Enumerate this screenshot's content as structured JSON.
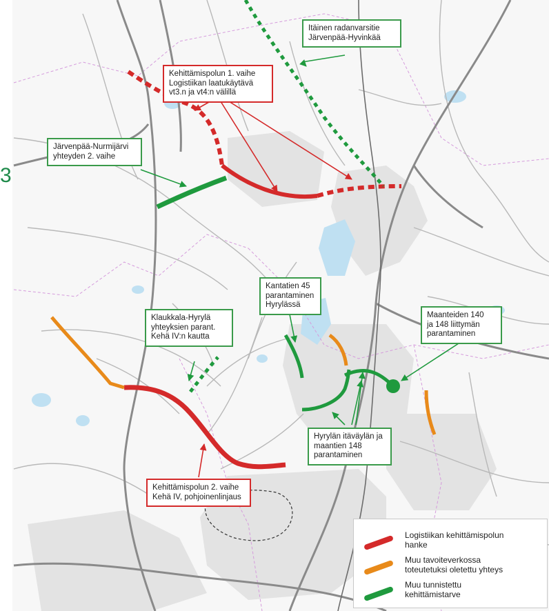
{
  "colors": {
    "red": "#d42a2a",
    "orange": "#e88a1a",
    "green": "#1f9a3e",
    "road": "#8a8a8a",
    "minor_road": "#b0b0b0",
    "water": "#bfe0f2",
    "border": "#d59bdc",
    "urban": "#e3e3e3"
  },
  "edge_label": "3",
  "labels": {
    "itainen": "Itäinen radanvarsitie\nJärvenpää-Hyvinkää",
    "kehittamispolku1": "Kehittämispolun 1. vaihe\nLogistiikan laatukäytävä\nvt3.n ja vt4:n välillä",
    "jarvenpaa_nurmijarvi": "Järvenpää-Nurmijärvi\nyhteyden 2. vaihe",
    "kantatien45": "Kantatien 45\nparantaminen\nHyrylässä",
    "klaukkala": "Klaukkala-Hyrylä\nyhteyksien parant.\nKehä IV:n kautta",
    "maanteiden": "Maanteiden 140\nja 148 liittymän\nparantaminen",
    "hyrylan": "Hyrylän itäväylän ja\nmaantien 148\nparantaminen",
    "kehittamispolku2": "Kehittämispolun 2. vaihe\nKehä IV, pohjoinenlinjaus"
  },
  "legend": [
    {
      "icon": "red-line-icon",
      "color": "#d42a2a",
      "text": "Logistiikan kehittämispolun\nhanke"
    },
    {
      "icon": "orange-line-icon",
      "color": "#e88a1a",
      "text": "Muu tavoiteverkossa\ntoteutetuksi oletettu yhteys"
    },
    {
      "icon": "green-line-icon",
      "color": "#1f9a3e",
      "text": "Muu tunnistettu\nkehittämistarve"
    }
  ]
}
